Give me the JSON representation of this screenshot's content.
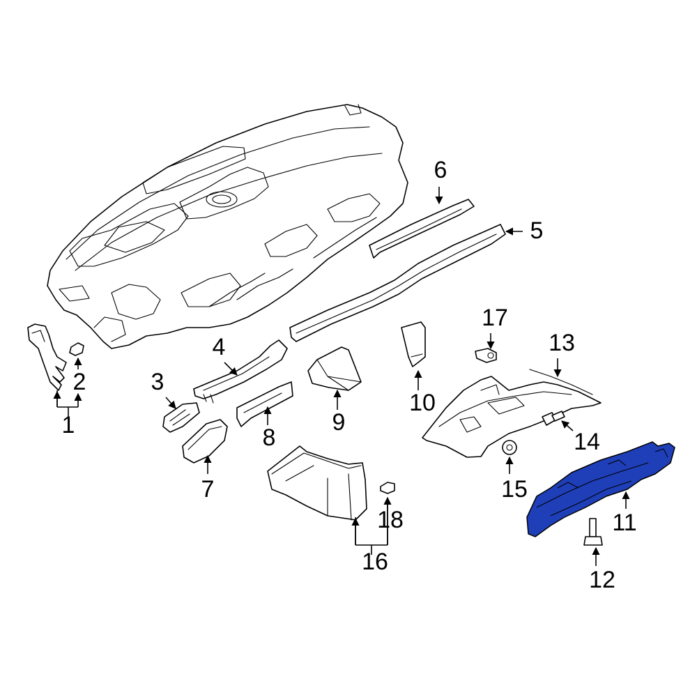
{
  "diagram": {
    "highlight_color": "#1f3fb8",
    "highlighted_part": "11",
    "callouts": {
      "c1": "1",
      "c2": "2",
      "c3": "3",
      "c4": "4",
      "c5": "5",
      "c6": "6",
      "c7": "7",
      "c8": "8",
      "c9": "9",
      "c10": "10",
      "c11": "11",
      "c12": "12",
      "c13": "13",
      "c14": "14",
      "c15": "15",
      "c16": "16",
      "c17": "17",
      "c18": "18"
    }
  }
}
